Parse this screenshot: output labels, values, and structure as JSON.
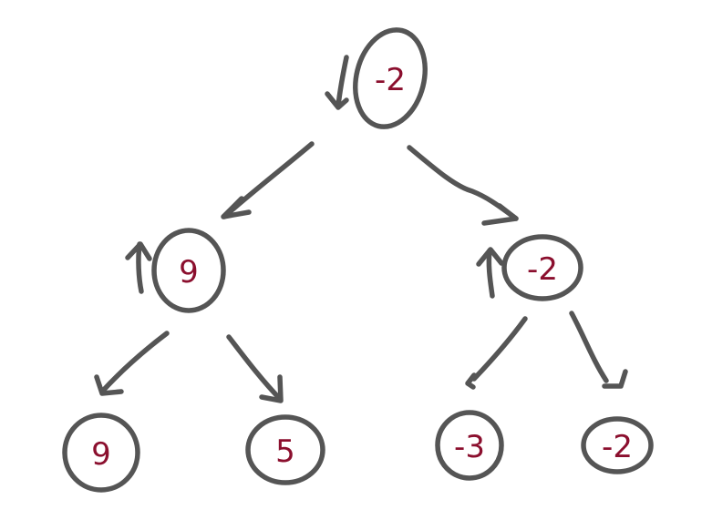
{
  "colors": {
    "stroke": "#555555",
    "value_text": "#8b0f2e",
    "background": "#ffffff"
  },
  "tree": {
    "nodes": [
      {
        "id": "root",
        "value": "-2"
      },
      {
        "id": "left",
        "value": "9"
      },
      {
        "id": "right",
        "value": "-2"
      },
      {
        "id": "left-left",
        "value": "9"
      },
      {
        "id": "left-right",
        "value": "5"
      },
      {
        "id": "right-left",
        "value": "-3"
      },
      {
        "id": "right-right",
        "value": "-2"
      }
    ],
    "edges": [
      {
        "from": "root",
        "to": "left"
      },
      {
        "from": "root",
        "to": "right"
      },
      {
        "from": "left",
        "to": "left-left"
      },
      {
        "from": "left",
        "to": "left-right"
      },
      {
        "from": "right",
        "to": "right-left"
      },
      {
        "from": "right",
        "to": "right-right"
      }
    ],
    "propagation_arrows": [
      {
        "node": "root",
        "direction": "down"
      },
      {
        "node": "left",
        "direction": "up"
      },
      {
        "node": "right",
        "direction": "up"
      }
    ]
  }
}
